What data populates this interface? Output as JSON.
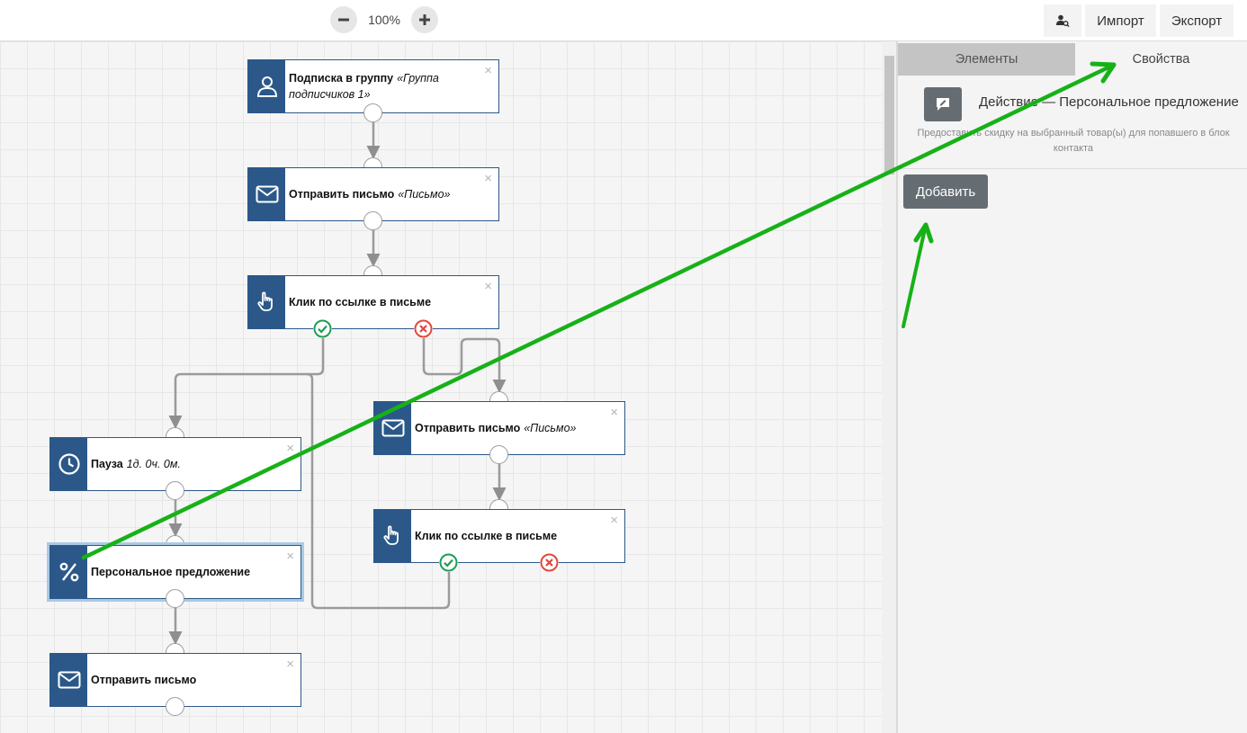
{
  "toolbar": {
    "zoom_level": "100%",
    "zoom_out_icon": "minus-icon",
    "zoom_in_icon": "plus-icon",
    "people_search_icon": "user-search-icon",
    "import_label": "Импорт",
    "export_label": "Экспорт"
  },
  "nodes": [
    {
      "title": "Подписка в группу",
      "detail": "«Группа подписчиков 1»",
      "icon": "user-icon"
    },
    {
      "title": "Отправить письмо",
      "detail": "«Письмо»",
      "icon": "envelope-icon"
    },
    {
      "title": "Клик по ссылке в письме",
      "detail": "",
      "icon": "pointer-hand-icon"
    },
    {
      "title": "Отправить письмо",
      "detail": "«Письмо»",
      "icon": "envelope-icon"
    },
    {
      "title": "Пауза",
      "detail": "1д. 0ч. 0м.",
      "icon": "clock-icon"
    },
    {
      "title": "Клик по ссылке в письме",
      "detail": "",
      "icon": "pointer-hand-icon"
    },
    {
      "title": "Персональное предложение",
      "detail": "",
      "icon": "percent-icon"
    },
    {
      "title": "Отправить письмо",
      "detail": "",
      "icon": "envelope-icon"
    }
  ],
  "close_glyph": "×",
  "panel": {
    "tabs": [
      "Элементы",
      "Свойства"
    ],
    "active_tab": "Свойства",
    "action_title": "Действие — Персональное предложение",
    "action_desc": "Предоставить скидку на выбранный товар(ы) для попавшего в блок контакта",
    "action_icon": "comment-edit-icon",
    "add_label": "Добавить"
  },
  "colors": {
    "node_blue": "#2b5889",
    "yes_green": "#1f9d55",
    "no_red": "#e0483e",
    "annotation_green": "#17b117",
    "button_gray": "#666d72"
  }
}
